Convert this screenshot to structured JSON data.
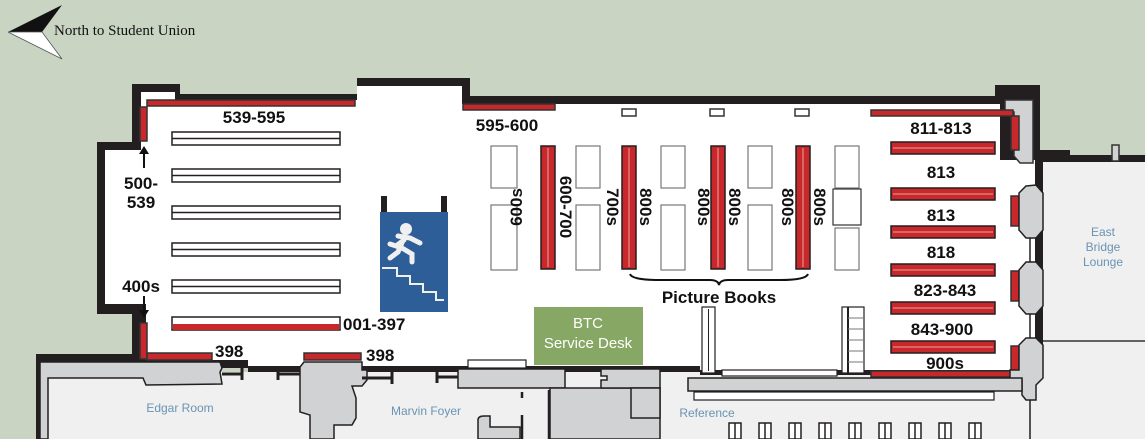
{
  "compass": {
    "label": "North to Student Union",
    "icon": "north-arrow-icon"
  },
  "colors": {
    "background": "#c9d4c3",
    "floor": "#ffffff",
    "wall": "#231f20",
    "shelf_red": "#c8282b",
    "structure_gray": "#d1d2d4",
    "adjacent_room": "#f0f0f0",
    "service_desk": "#87a865",
    "stairs_blue": "#2e5e98",
    "room_label": "#6a93b3"
  },
  "call_numbers": {
    "n539_595": "539-595",
    "n595_600": "595-600",
    "n500_539_a": "500-",
    "n500_539_b": "539",
    "n400s": "400s",
    "n001_397": "001-397",
    "n398_a": "398",
    "n398_b": "398",
    "n600s": "600s",
    "n600_700": "600-700",
    "n700s": "700s",
    "n800s_1": "800s",
    "n800s_2": "800s",
    "n800s_3": "800s",
    "n800s_4": "800s",
    "n800s_5": "800s",
    "n811_813": "811-813",
    "n813_a": "813",
    "n813_b": "813",
    "n818": "818",
    "n823_843": "823-843",
    "n843_900": "843-900",
    "n900s": "900s"
  },
  "picture_books": "Picture Books",
  "service_desk": {
    "line1": "BTC",
    "line2": "Service Desk"
  },
  "stairs": {
    "icon": "stairs-icon"
  },
  "rooms": {
    "edgar": "Edgar Room",
    "marvin": "Marvin Foyer",
    "reference": "Reference",
    "east_bridge_1": "East",
    "east_bridge_2": "Bridge",
    "east_bridge_3": "Lounge"
  }
}
